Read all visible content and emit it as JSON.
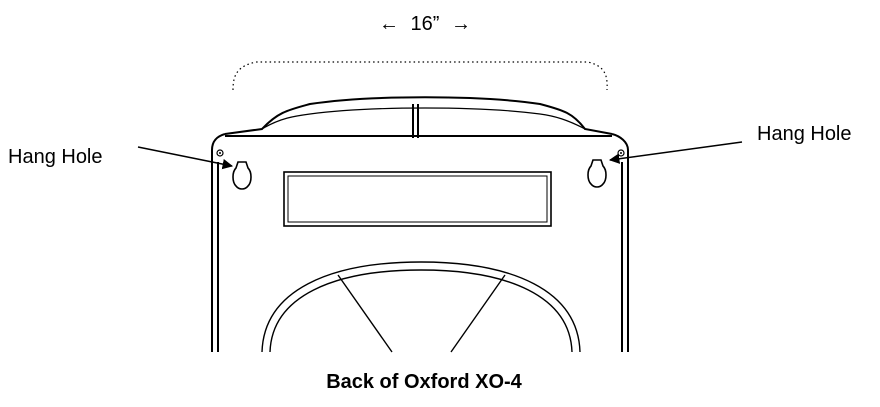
{
  "dimension": {
    "left_arrow": "←",
    "value": "16”",
    "right_arrow": "→"
  },
  "callouts": {
    "left_label": "Hang Hole",
    "right_label": "Hang Hole"
  },
  "caption": "Back of Oxford XO-4",
  "colors": {
    "ink": "#000000",
    "background": "#ffffff"
  }
}
